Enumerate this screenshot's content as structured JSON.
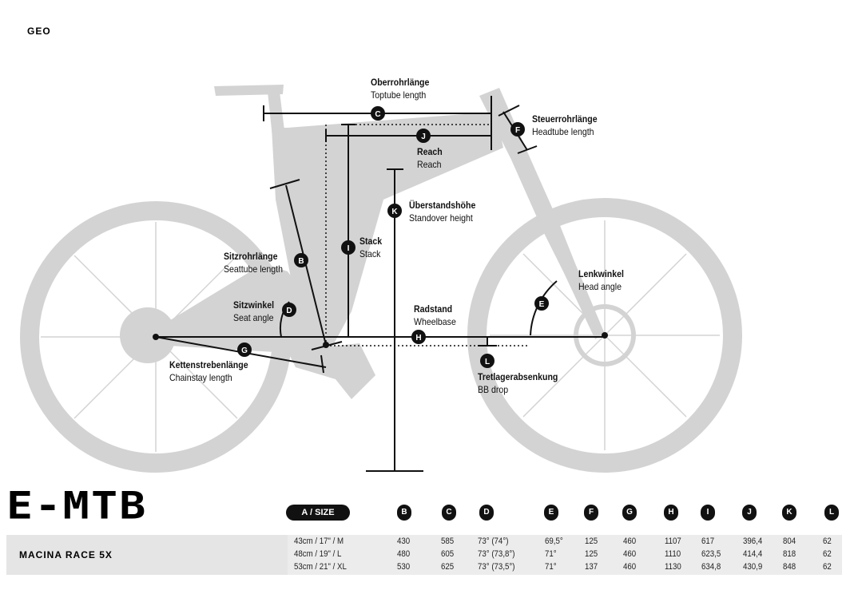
{
  "header": {
    "geo": "GEO"
  },
  "labels": {
    "C": {
      "de": "Oberrohrlänge",
      "en": "Toptube length"
    },
    "F": {
      "de": "Steuerrohrlänge",
      "en": "Headtube length"
    },
    "J": {
      "de": "Reach",
      "en": "Reach"
    },
    "K": {
      "de": "Überstandshöhe",
      "en": "Standover height"
    },
    "I": {
      "de": "Stack",
      "en": "Stack"
    },
    "B": {
      "de": "Sitzrohrlänge",
      "en": "Seattube length"
    },
    "D": {
      "de": "Sitzwinkel",
      "en": "Seat angle"
    },
    "H": {
      "de": "Radstand",
      "en": "Wheelbase"
    },
    "E": {
      "de": "Lenkwinkel",
      "en": "Head angle"
    },
    "G": {
      "de": "Kettenstrebenlänge",
      "en": "Chainstay length"
    },
    "L": {
      "de": "Tretlagerabsenkung",
      "en": "BB drop"
    }
  },
  "markers": {
    "B": "B",
    "C": "C",
    "D": "D",
    "E": "E",
    "F": "F",
    "G": "G",
    "H": "H",
    "I": "I",
    "J": "J",
    "K": "K",
    "L": "L"
  },
  "table": {
    "title": "E-MTB",
    "model": "MACINA RACE 5X",
    "size_header": "A / SIZE",
    "columns": [
      "B",
      "C",
      "D",
      "E",
      "F",
      "G",
      "H",
      "I",
      "J",
      "K",
      "L"
    ],
    "rows": [
      [
        "43cm  /  17\"  /  M",
        "430",
        "585",
        "73° (74°)",
        "69,5°",
        "125",
        "460",
        "1107",
        "617",
        "396,4",
        "804",
        "62"
      ],
      [
        "48cm  /  19\"  /  L",
        "480",
        "605",
        "73° (73,8°)",
        "71°",
        "125",
        "460",
        "1110",
        "623,5",
        "414,4",
        "818",
        "62"
      ],
      [
        "53cm  /  21\"  /  XL",
        "530",
        "625",
        "73° (73,5°)",
        "71°",
        "137",
        "460",
        "1130",
        "634,8",
        "430,9",
        "848",
        "62"
      ]
    ]
  },
  "colors": {
    "bike": "#d3d3d3",
    "ink": "#111111",
    "row_bg": "#e6e6e6"
  }
}
